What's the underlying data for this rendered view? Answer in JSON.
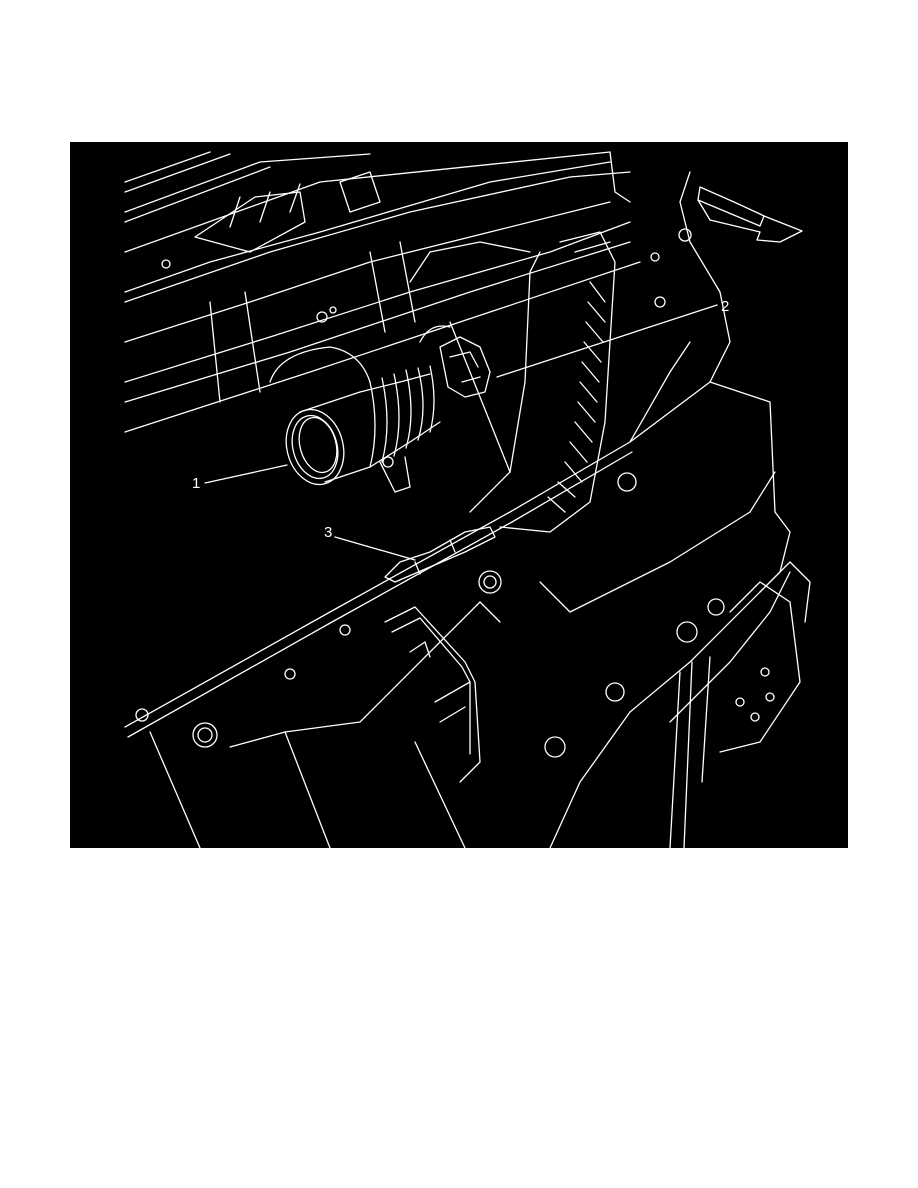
{
  "page": {
    "background": "#ffffff"
  },
  "figure": {
    "background": "#000000",
    "line_color": "#ffffff",
    "callouts": [
      {
        "label": "1"
      },
      {
        "label": "2"
      },
      {
        "label": "3"
      }
    ],
    "direction_arrow": {
      "icon": "forward-direction-arrow-icon"
    }
  }
}
